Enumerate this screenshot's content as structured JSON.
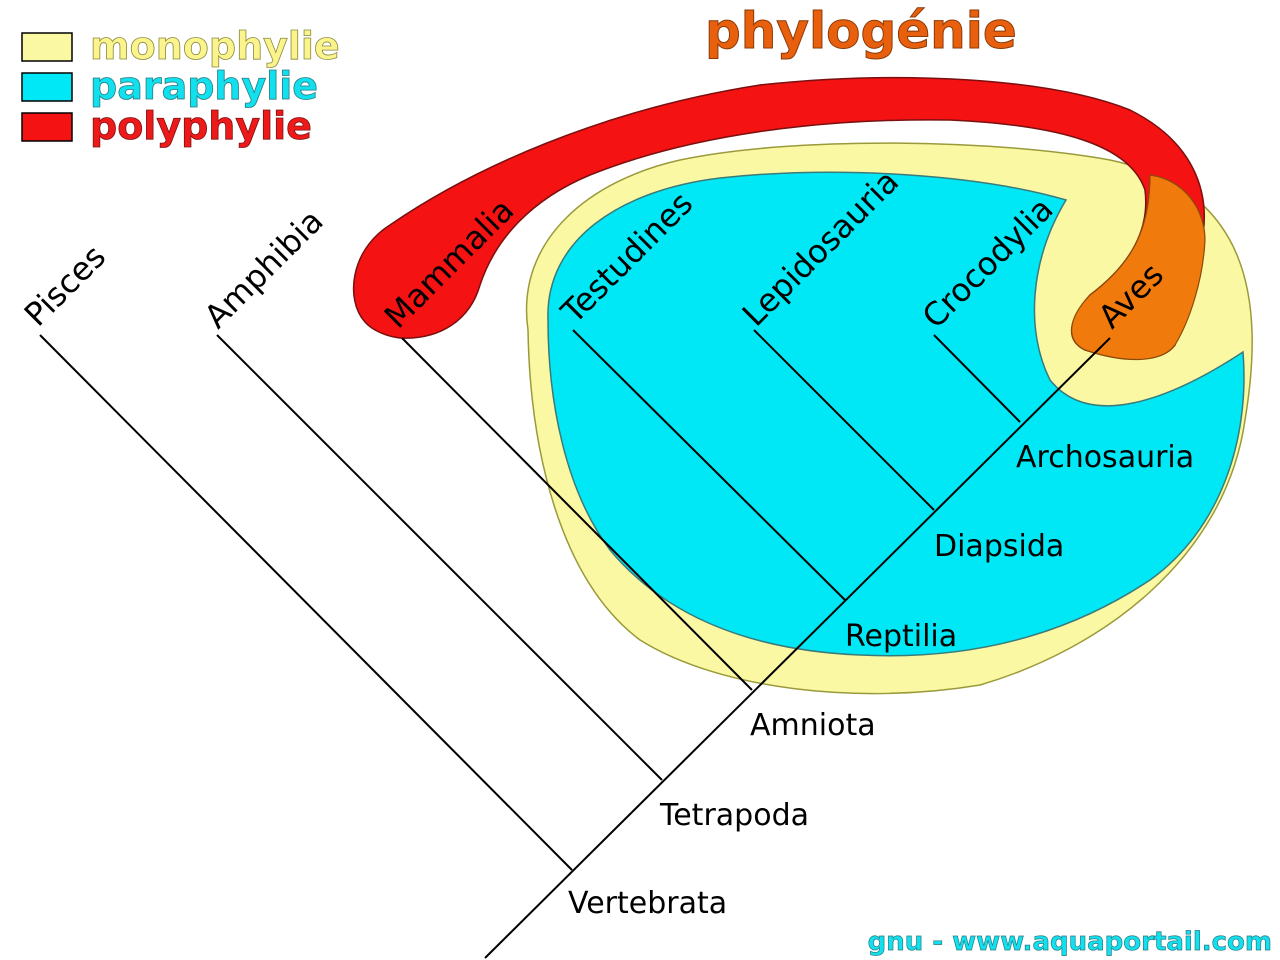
{
  "title": "phylogénie",
  "colors": {
    "monophyly": "#fbf8a3",
    "paraphyly": "#00e8f6",
    "polyphyly": "#f41212",
    "overlap": "#f07a0c",
    "title": "#e8600d"
  },
  "legend": [
    {
      "label": "monophylie",
      "color": "#fbf8a3",
      "text_color": "#fbf38c"
    },
    {
      "label": "paraphylie",
      "color": "#00e8f6",
      "text_color": "#11e0ee"
    },
    {
      "label": "polyphylie",
      "color": "#f41212",
      "text_color": "#ee1a1a"
    }
  ],
  "taxa": {
    "pisces": "Pisces",
    "amphibia": "Amphibia",
    "mammalia": "Mammalia",
    "testudines": "Testudines",
    "lepidosauria": "Lepidosauria",
    "crocodylia": "Crocodylia",
    "aves": "Aves"
  },
  "nodes": {
    "archosauria": "Archosauria",
    "diapsida": "Diapsida",
    "reptilia": "Reptilia",
    "amniota": "Amniota",
    "tetrapoda": "Tetrapoda",
    "vertebrata": "Vertebrata"
  },
  "credit": "gnu - www.aquaportail.com"
}
